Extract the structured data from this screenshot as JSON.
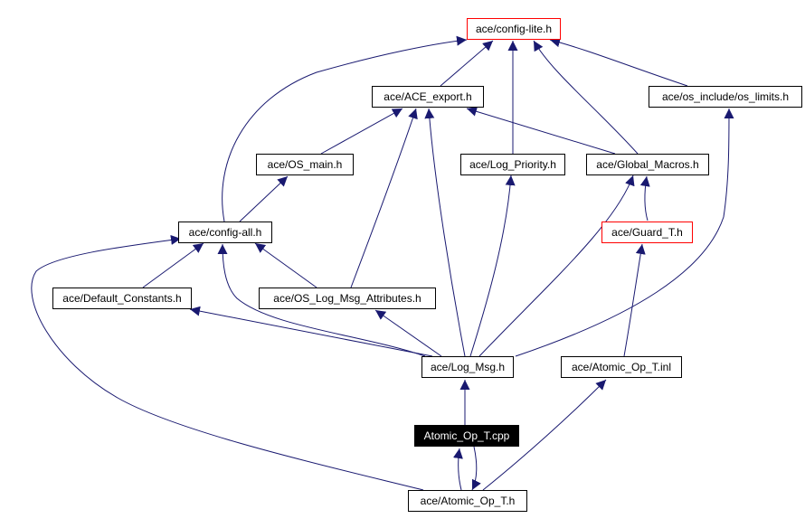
{
  "graph": {
    "colors": {
      "edge": "#191970",
      "node_border": "#000000",
      "undocumented_border": "#ff0000",
      "current_fill": "#000000",
      "current_text": "#ffffff"
    },
    "nodes": {
      "config_lite": "ace/config-lite.h",
      "ace_export": "ace/ACE_export.h",
      "os_limits": "ace/os_include/os_limits.h",
      "os_main": "ace/OS_main.h",
      "log_priority": "ace/Log_Priority.h",
      "global_macros": "ace/Global_Macros.h",
      "config_all": "ace/config-all.h",
      "guard_t": "ace/Guard_T.h",
      "default_constants": "ace/Default_Constants.h",
      "os_log_msg_attributes": "ace/OS_Log_Msg_Attributes.h",
      "log_msg": "ace/Log_Msg.h",
      "atomic_op_t_inl": "ace/Atomic_Op_T.inl",
      "atomic_op_t_cpp": "Atomic_Op_T.cpp",
      "atomic_op_t_h": "ace/Atomic_Op_T.h"
    }
  }
}
